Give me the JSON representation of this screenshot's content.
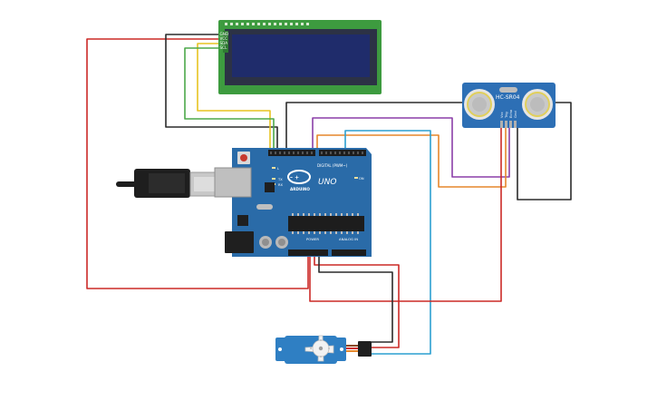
{
  "diagram": {
    "components": {
      "lcd": {
        "pins": [
          "GND",
          "VCC",
          "SDA",
          "SCL"
        ]
      },
      "arduino": {
        "logo_text": "ARDUINO",
        "model": "UNO",
        "digital_label": "DIGITAL (PWM~)",
        "power_label": "POWER",
        "analog_label": "ANALOG IN",
        "tx_label": "TX",
        "rx_label": "RX",
        "l_label": "L",
        "on_label": "ON"
      },
      "ultrasonic": {
        "model": "HC-SR04",
        "pins": [
          "Vcc",
          "Trig",
          "Echo",
          "Gnd"
        ]
      },
      "servo": {},
      "usb_cable": {}
    },
    "colors": {
      "red": "#cc2a27",
      "black": "#2b2b2b",
      "yellow": "#e7c321",
      "green": "#4da84a",
      "purple": "#8b3fa8",
      "orange": "#e6872c",
      "blue": "#2b9fd0",
      "arduino_board": "#2a6ba8",
      "lcd_pcb": "#3d9b3f",
      "lcd_screen": "#1f2c6b",
      "sensor_board": "#2d6fb5",
      "servo_body": "#2f7fc3"
    }
  }
}
